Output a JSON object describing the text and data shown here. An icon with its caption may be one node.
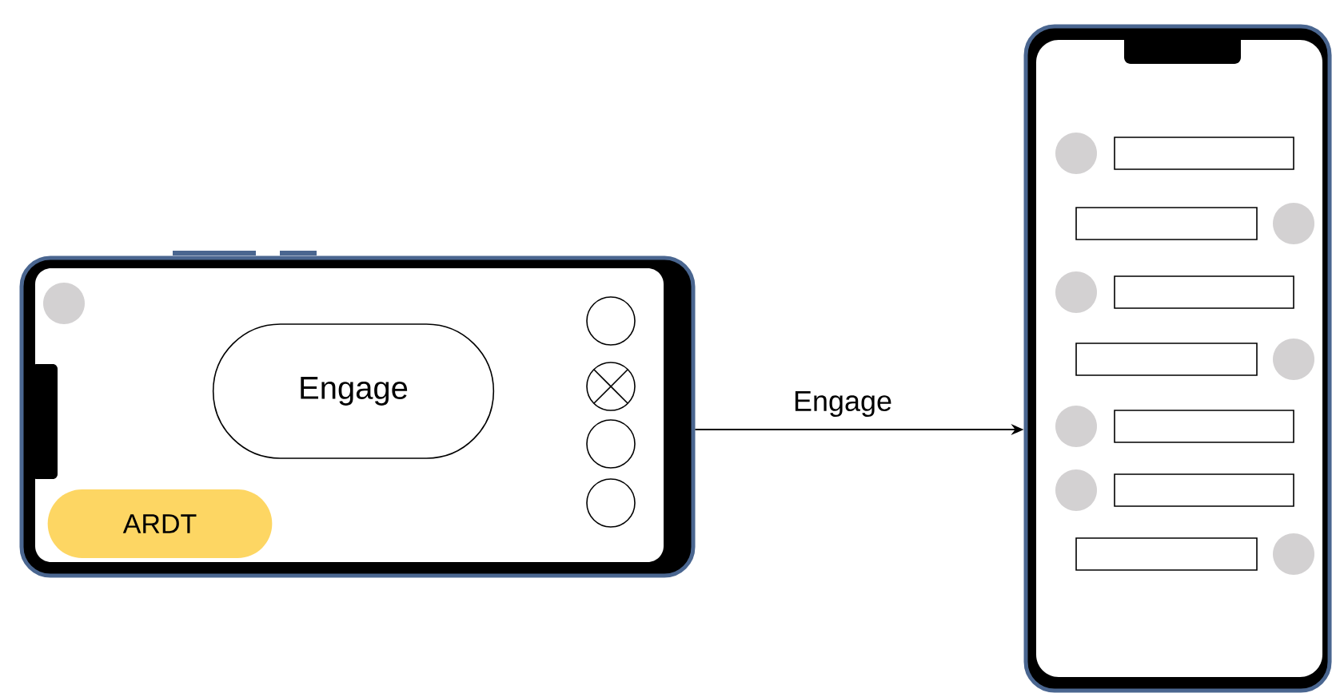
{
  "diagram": {
    "nodes": [
      {
        "text": [],
        "shape": "phone"
      },
      {
        "text": [
          "Engage"
        ],
        "in": 0
      },
      {
        "text": [
          "ARDT"
        ],
        "in": 0
      },
      {
        "text": [],
        "shape": "phone"
      }
    ],
    "edges": [
      {
        "from": 0,
        "to": 3,
        "arrow": "to",
        "label": "Engage"
      }
    ]
  }
}
